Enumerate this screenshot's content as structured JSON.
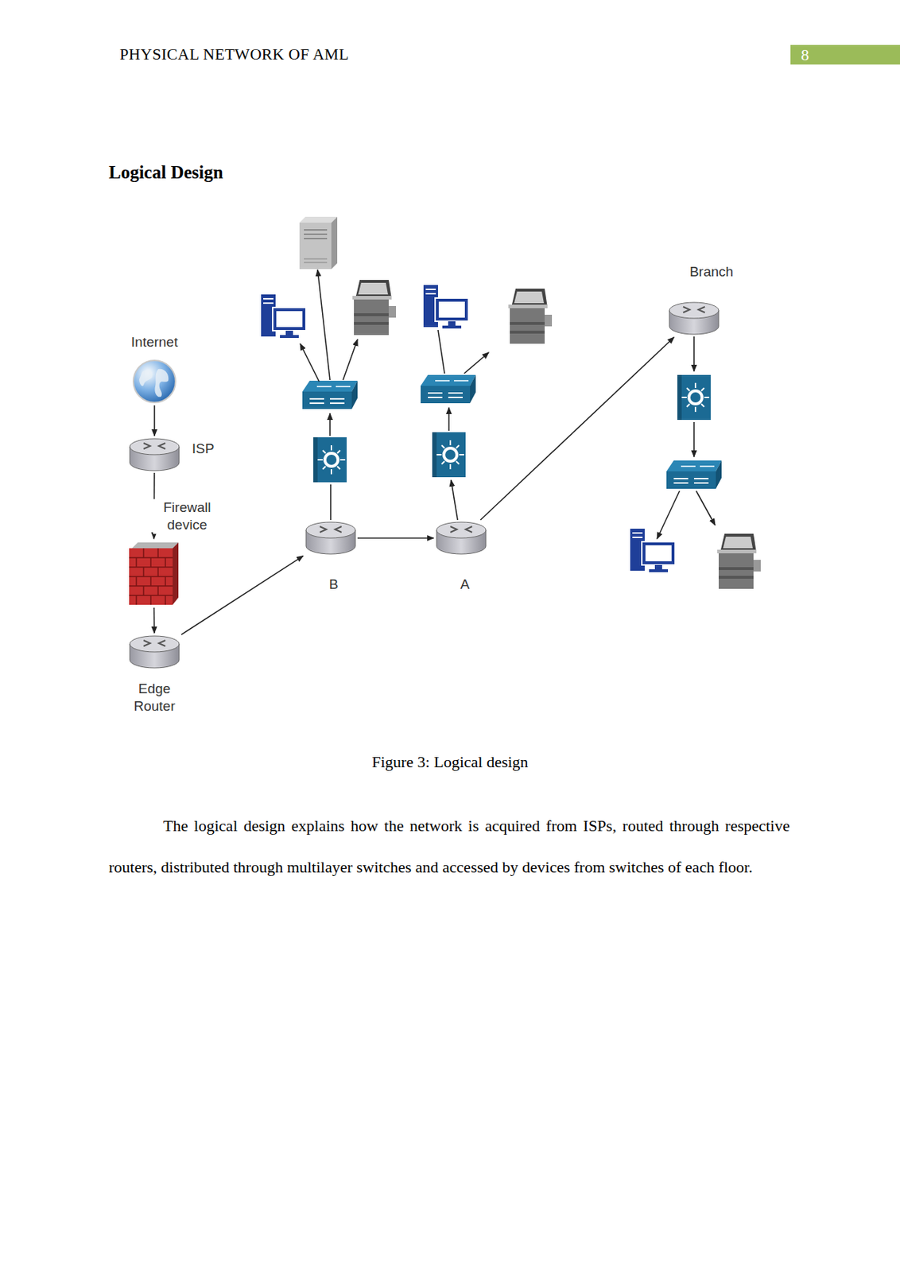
{
  "diagram": {
    "title": "Logical Design",
    "caption": "Figure 3: Logical design",
    "nodes": [
      {
        "text": [
          "Internet"
        ]
      },
      {
        "text": [
          "ISP"
        ]
      },
      {
        "text": [
          "Firewall device"
        ]
      },
      {
        "text": [
          "Edge Router"
        ]
      },
      {
        "text": [
          "B"
        ]
      },
      {
        "text": [
          "A"
        ]
      },
      {
        "text": [
          "Branch"
        ]
      }
    ],
    "edges": [
      {
        "from": 0,
        "to": 1,
        "arrow": "to"
      },
      {
        "from": 1,
        "to": 2,
        "arrow": "to"
      },
      {
        "from": 2,
        "to": 3,
        "arrow": "to"
      },
      {
        "from": 3,
        "to": 4,
        "arrow": "to"
      },
      {
        "from": 4,
        "to": 5,
        "arrow": "to"
      },
      {
        "from": 5,
        "to": 6,
        "arrow": "to"
      }
    ],
    "labels": [
      "PHYSICAL NETWORK OF AML",
      "8",
      "The logical design explains how the network is acquired from ISPs, routed through respective routers, distributed through multilayer switches and accessed by devices from switches of each floor."
    ]
  }
}
